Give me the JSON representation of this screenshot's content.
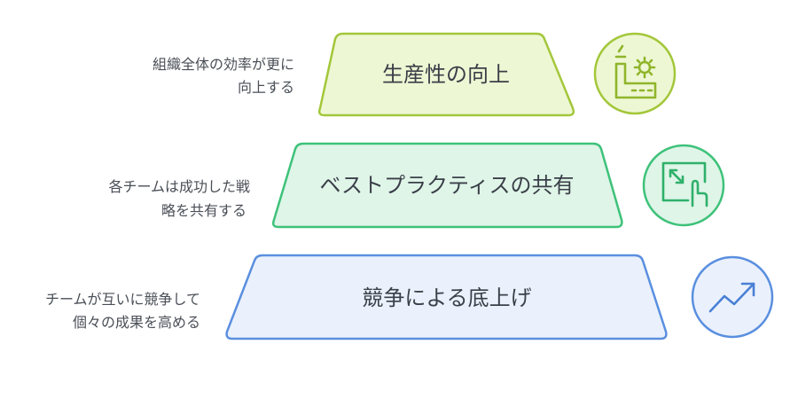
{
  "levels": [
    {
      "title": "生産性の向上",
      "desc": [
        "組織全体の効率が更に",
        "向上する"
      ],
      "icon": "factory-gear-icon",
      "fill": "#eef7d4",
      "stroke": "#a3c73a"
    },
    {
      "title": "ベストプラクティスの共有",
      "desc": [
        "各チームは成功した戦",
        "略を共有する"
      ],
      "icon": "resize-hand-icon",
      "fill": "#dff5e8",
      "stroke": "#3ec27a"
    },
    {
      "title": "競争による底上げ",
      "desc": [
        "チームが互いに競争して",
        "個々の成果を高める"
      ],
      "icon": "trend-up-icon",
      "fill": "#eaf1fc",
      "stroke": "#5a8fdf"
    }
  ]
}
